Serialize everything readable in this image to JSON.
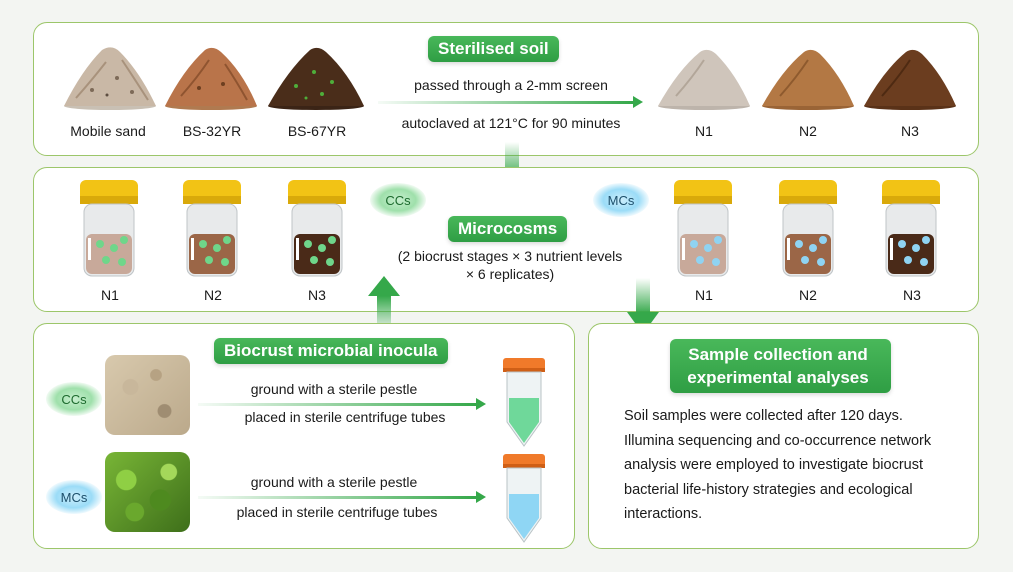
{
  "top": {
    "title": "Sterilised soil",
    "step1": "passed through a 2-mm screen",
    "step2": "autoclaved at 121°C for 90 minutes",
    "sources": [
      "Mobile sand",
      "BS-32YR",
      "BS-67YR"
    ],
    "outputs": [
      "N1",
      "N2",
      "N3"
    ]
  },
  "middle": {
    "title": "Microcosms",
    "desc_line1": "(2 biocrust stages × 3 nutrient levels",
    "desc_line2": "× 6 replicates)",
    "cc_tag": "CCs",
    "mc_tag": "MCs",
    "cc_jars": [
      "N1",
      "N2",
      "N3"
    ],
    "mc_jars": [
      "N1",
      "N2",
      "N3"
    ]
  },
  "inocula": {
    "title": "Biocrust microbial inocula",
    "cc_tag": "CCs",
    "mc_tag": "MCs",
    "cc_step1": "ground with a sterile pestle",
    "cc_step2": "placed in sterile centrifuge tubes",
    "mc_step1": "ground with a sterile pestle",
    "mc_step2": "placed in sterile centrifuge tubes"
  },
  "analysis": {
    "title_line1": "Sample collection and",
    "title_line2": "experimental analyses",
    "lines": [
      "Soil samples were collected after 120 days.",
      "Illumina sequencing and co-occurrence network",
      "analysis were employed to investigate biocrust",
      "bacterial life-history strategies and ecological",
      "interactions."
    ]
  },
  "colors": {
    "accent_green": "#35a84a",
    "panel_border": "#9cc66a",
    "cc_glow": "#9fe0ab",
    "mc_glow": "#9bdcf7"
  }
}
